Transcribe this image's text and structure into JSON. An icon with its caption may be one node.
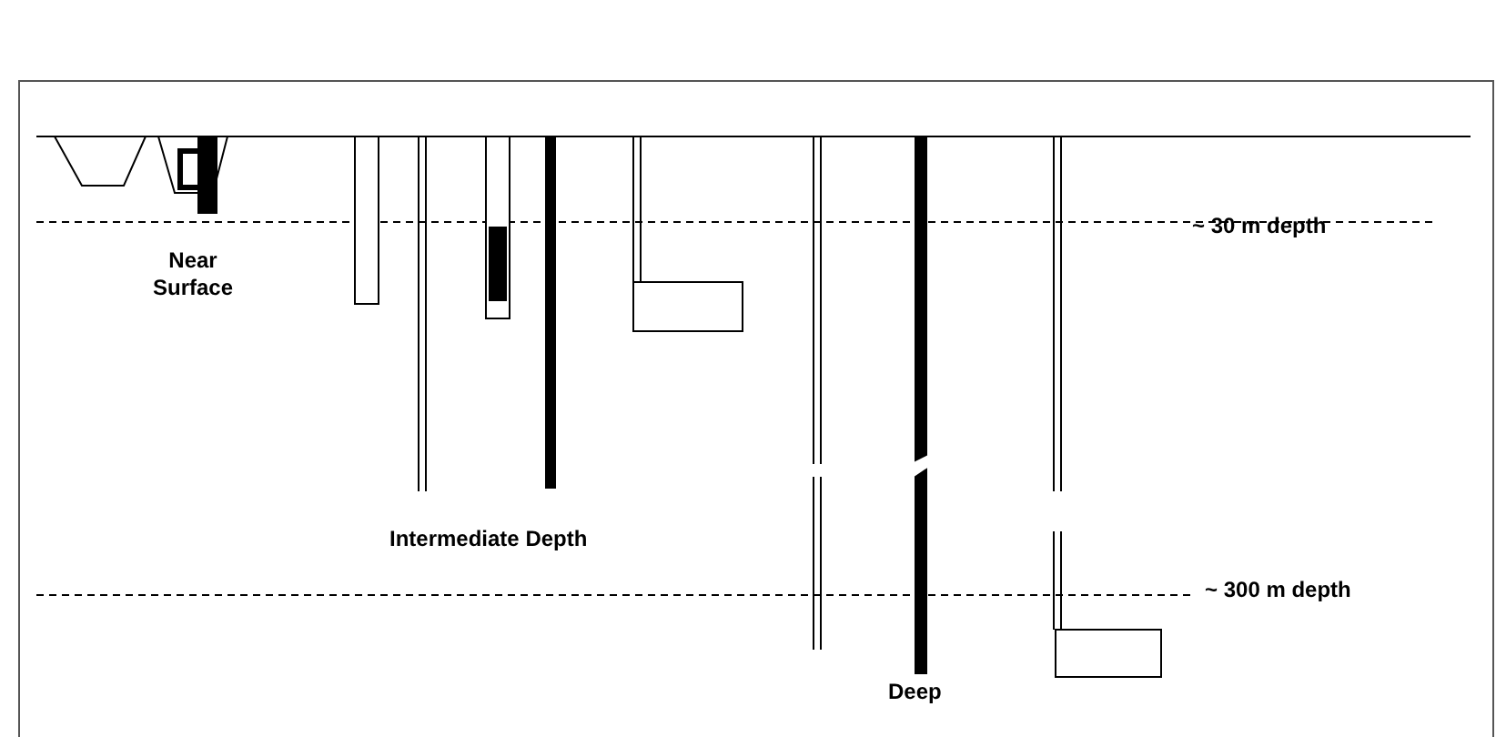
{
  "diagram": {
    "labels": [
      "~ 30 m depth",
      "Near Surface",
      "Intermediate Depth",
      "~ 300 m depth",
      "Deep"
    ]
  }
}
